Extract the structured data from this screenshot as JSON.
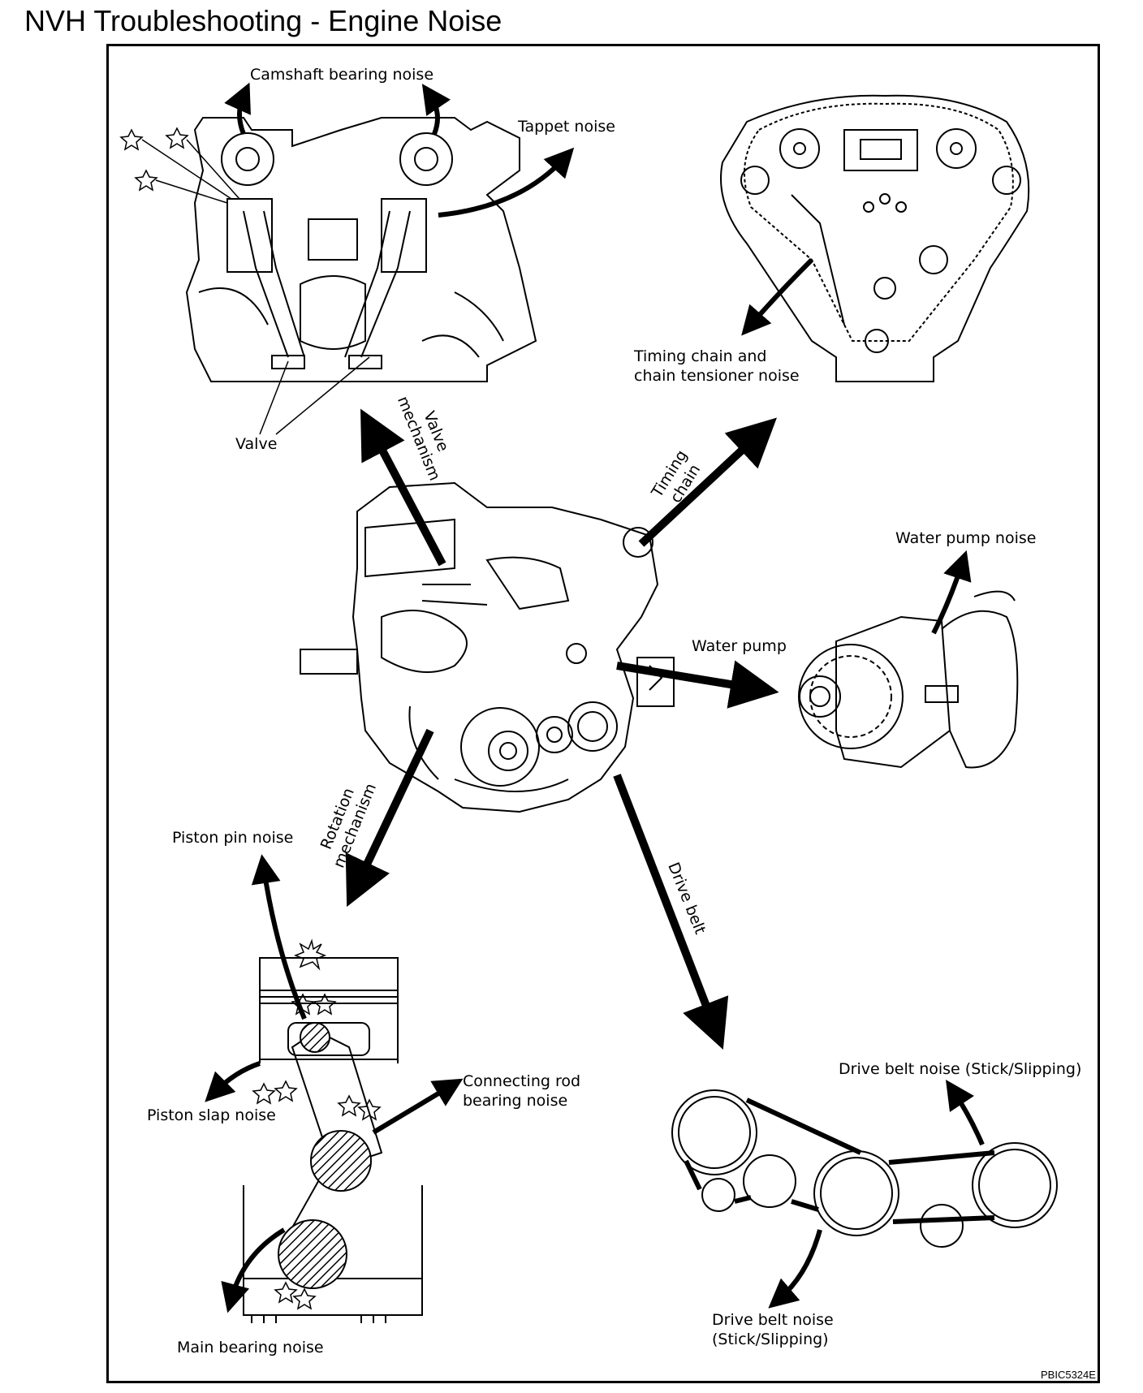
{
  "title": "NVH Troubleshooting - Engine Noise",
  "labels": {
    "camshaft": "Camshaft bearing noise",
    "tappet": "Tappet noise",
    "valve": "Valve",
    "timing_chain_l1": "Timing chain and",
    "timing_chain_l2": "chain tensioner noise",
    "valve_mech_l1": "Valve",
    "valve_mech_l2": "mechanism",
    "timing_l1": "Timing",
    "timing_l2": "chain",
    "water_pump_noise": "Water pump noise",
    "water_pump": "Water pump",
    "rotation_l1": "Rotation",
    "rotation_l2": "mechanism",
    "drive_belt": "Drive belt",
    "piston_pin": "Piston pin noise",
    "piston_slap": "Piston slap noise",
    "conrod_l1": "Connecting rod",
    "conrod_l2": "bearing noise",
    "main_bearing": "Main bearing noise",
    "drive_belt_noise_top": "Drive belt noise (Stick/Slipping)",
    "drive_belt_noise_l1": "Drive belt noise",
    "drive_belt_noise_l2": "(Stick/Slipping)"
  },
  "figure_code": "PBIC5324E"
}
